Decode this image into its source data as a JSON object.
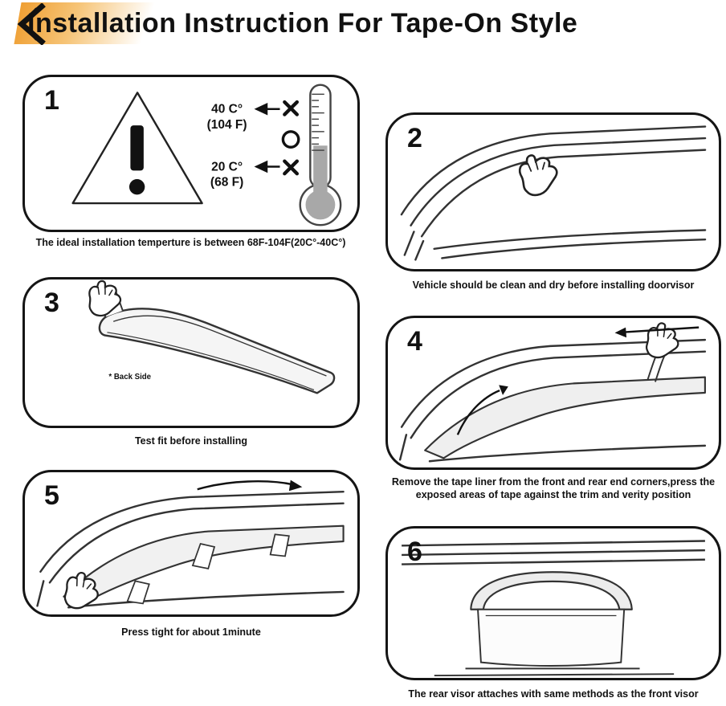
{
  "header": {
    "title_highlight": "Installation",
    "title_middle": " Instruction ",
    "title_tail": "For Tape-On Style"
  },
  "colors": {
    "accent_orange": "#ef9f33",
    "accent_orange_light": "#f6c477",
    "line_black": "#151515",
    "thermometer_gray": "#a8a8a8"
  },
  "icons": {
    "title_chevron": "angle-bracket-decoration",
    "warning_triangle": "⚠ (triangle with !)",
    "thermometer": "thermometer-icon",
    "cross_mark": "✖",
    "circle_mark": "○",
    "left_arrow": "←",
    "right_arrow": "→",
    "hand": "gloved-hand-icon"
  },
  "step1": {
    "temp_high_c": "40 C°",
    "temp_high_f": "(104 F)",
    "temp_low_c": "20 C°",
    "temp_low_f": "(68 F)"
  },
  "step3": {
    "back_side_label": "* Back Side"
  },
  "steps": [
    {
      "number": "1",
      "caption": "The ideal installation temperture is between 68F-104F(20C°-40C°)"
    },
    {
      "number": "2",
      "caption": "Vehicle should be clean and dry before installing doorvisor"
    },
    {
      "number": "3",
      "caption": "Test fit before installing"
    },
    {
      "number": "4",
      "caption": "Remove the tape liner from the front and rear end corners,press the exposed areas of tape against the trim and verity position"
    },
    {
      "number": "5",
      "caption": "Press tight for about 1minute"
    },
    {
      "number": "6",
      "caption": "The rear visor attaches with same methods as the front visor"
    }
  ]
}
